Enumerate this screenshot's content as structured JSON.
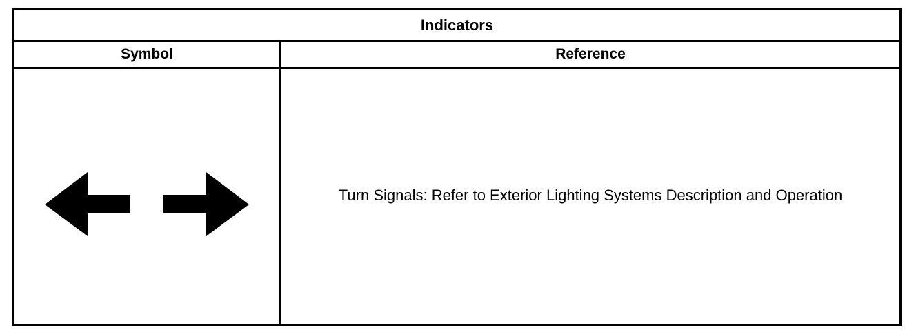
{
  "table": {
    "title": "Indicators",
    "columns": [
      "Symbol",
      "Reference"
    ],
    "rows": [
      {
        "symbol_icon": "turn-signal-arrows-icon",
        "reference": "Turn Signals: Refer to Exterior Lighting Systems Description and Operation"
      }
    ]
  },
  "colors": {
    "border": "#000000",
    "text": "#000000",
    "background": "#ffffff"
  }
}
